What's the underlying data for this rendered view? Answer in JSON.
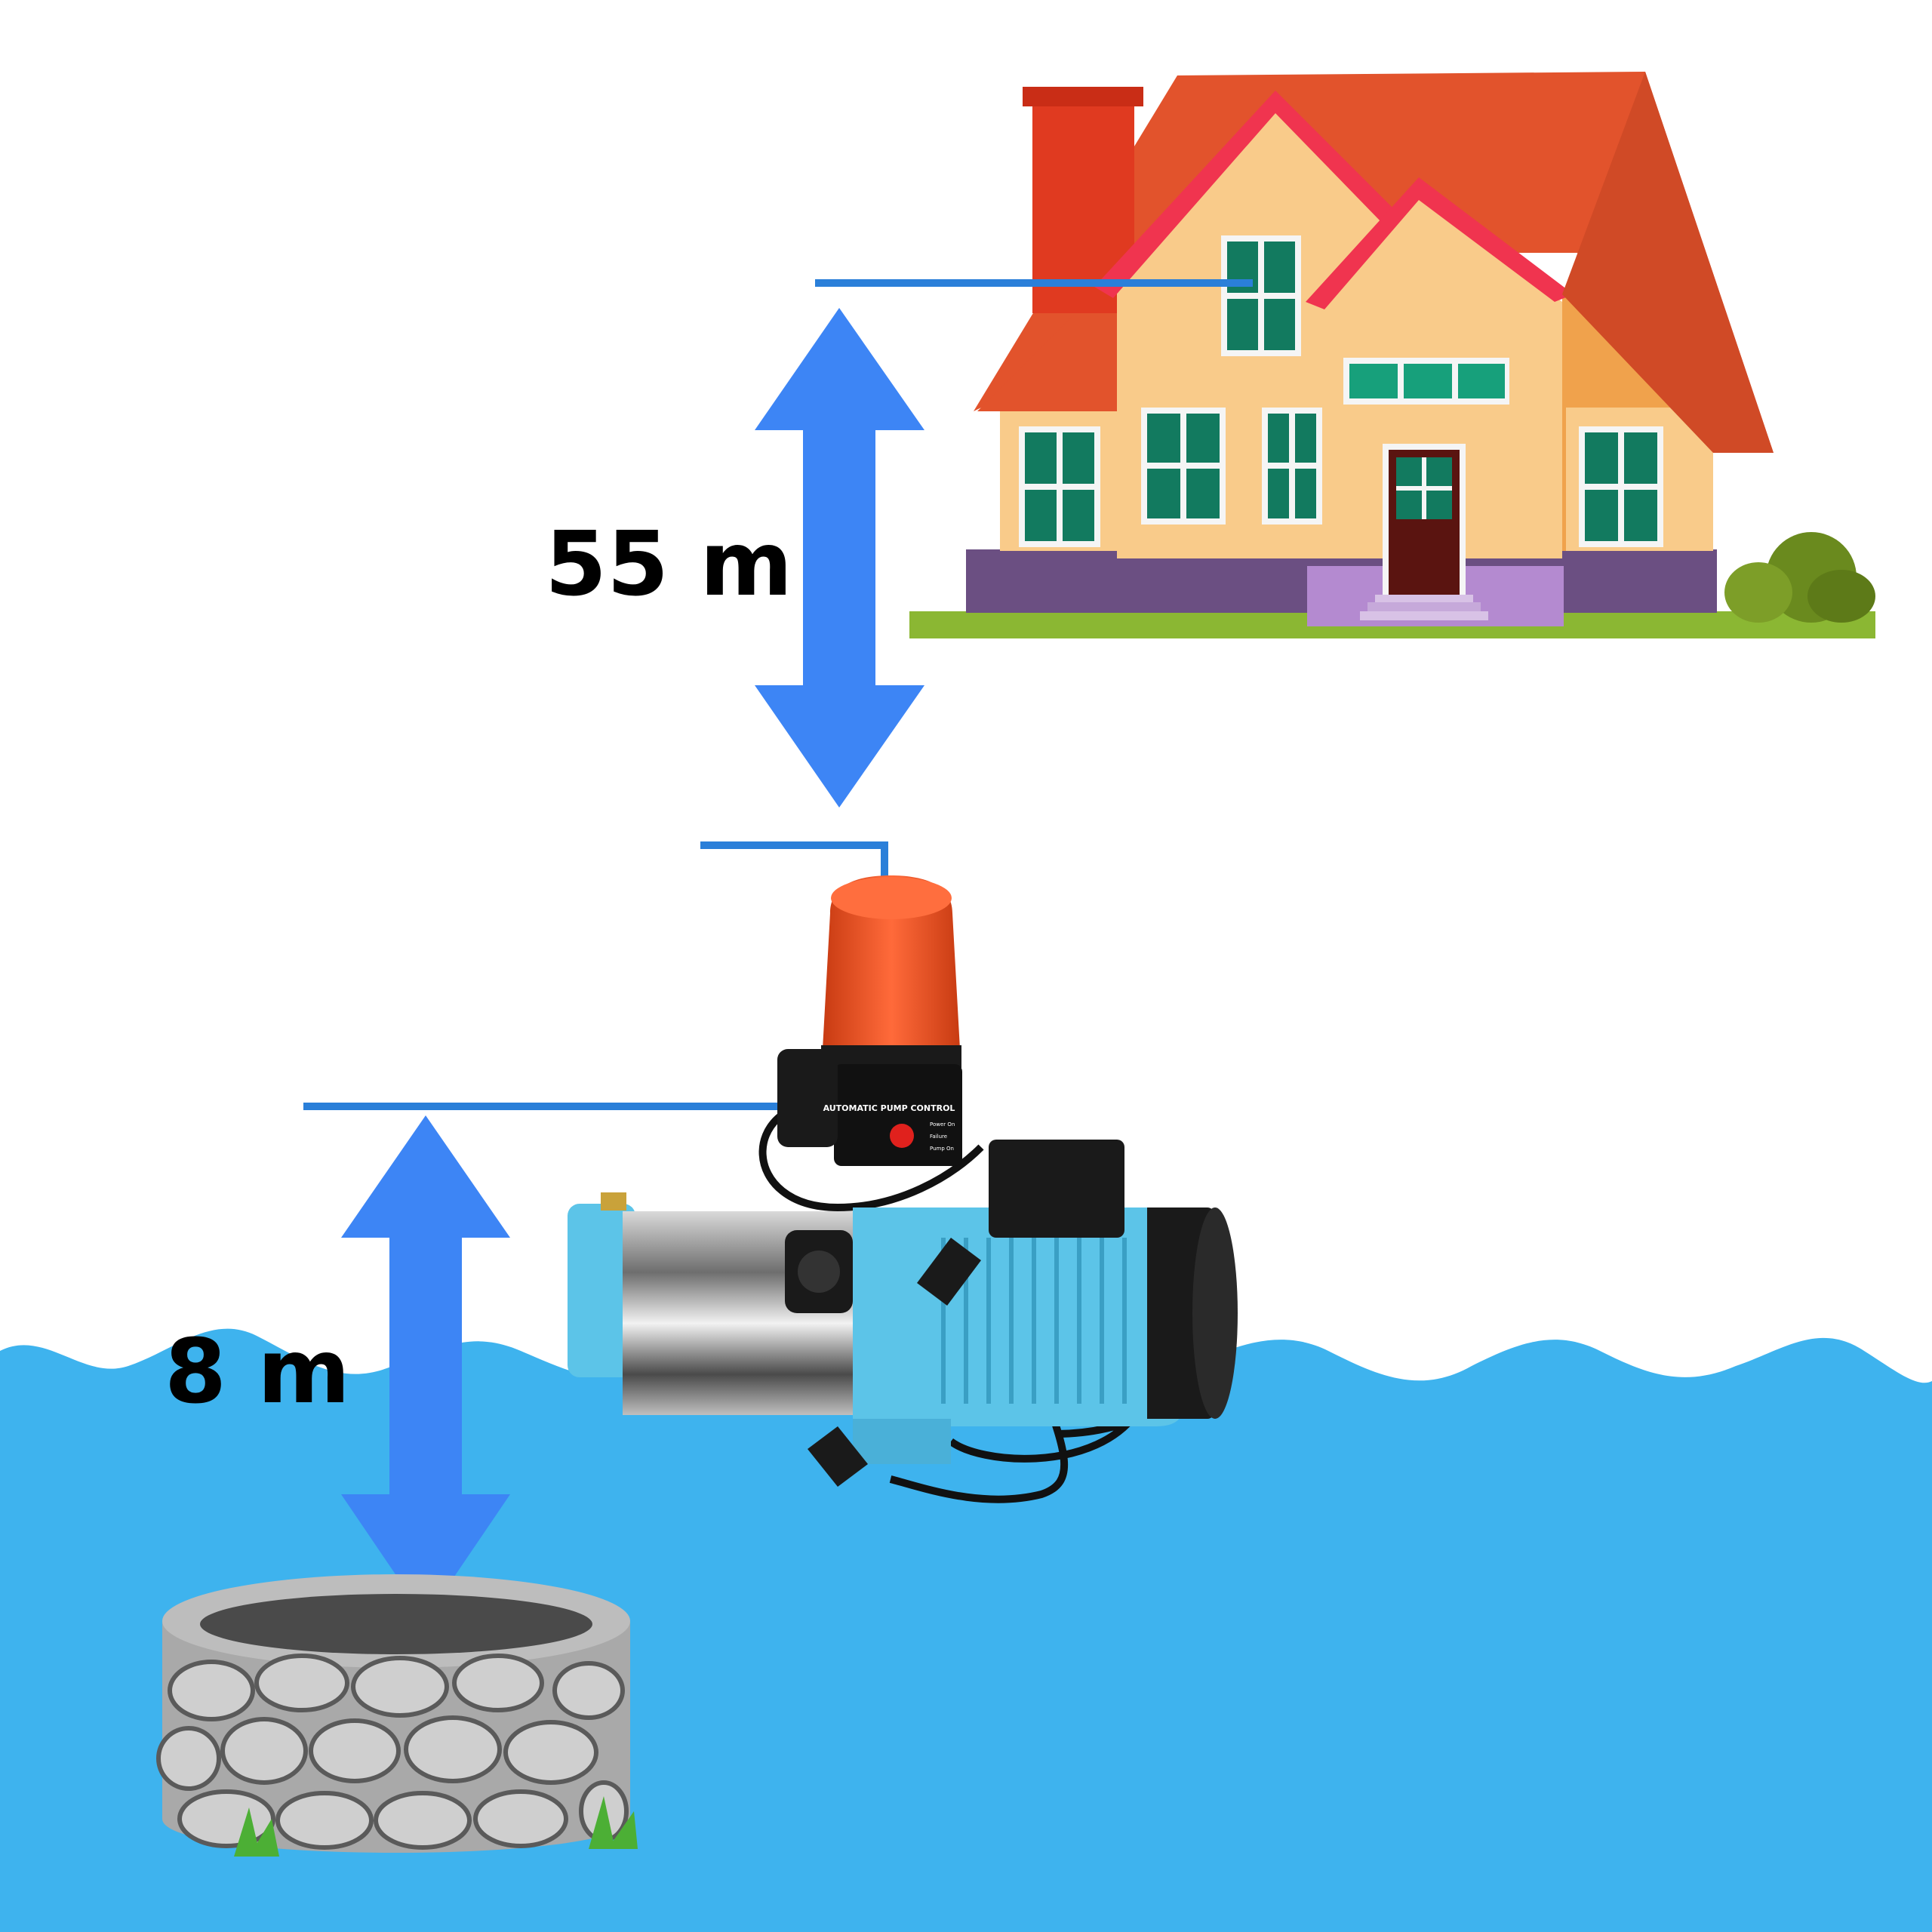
{
  "labels": {
    "house_height": "55 m",
    "suction_depth": "8 m",
    "controller_title": "AUTOMATIC PUMP CONTROL",
    "controller_status": [
      "Power On",
      "Failure",
      "Pump On"
    ]
  },
  "colors": {
    "arrow": "#3d85f5",
    "level_line": "#2a7fd9",
    "water": "#3eb3ee",
    "roof": "#e55a3a",
    "wall": "#f9cb8a",
    "window": "#127a5f",
    "base": "#6b4f82",
    "grass": "#8bb733",
    "pump_body": "#5cc4e8",
    "controller": "#f0572b",
    "stone": "#a9a9a9"
  },
  "icons": [
    "house-icon",
    "pump-icon",
    "well-icon",
    "double-arrow-icon"
  ]
}
